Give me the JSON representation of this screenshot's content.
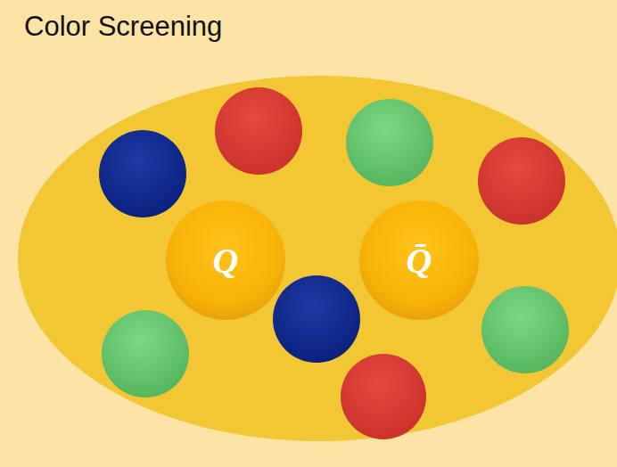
{
  "diagram": {
    "title": "Color Screening",
    "nodes": [
      {
        "text": [
          "Q"
        ]
      },
      {
        "text": [
          "Q̄"
        ]
      }
    ]
  }
}
